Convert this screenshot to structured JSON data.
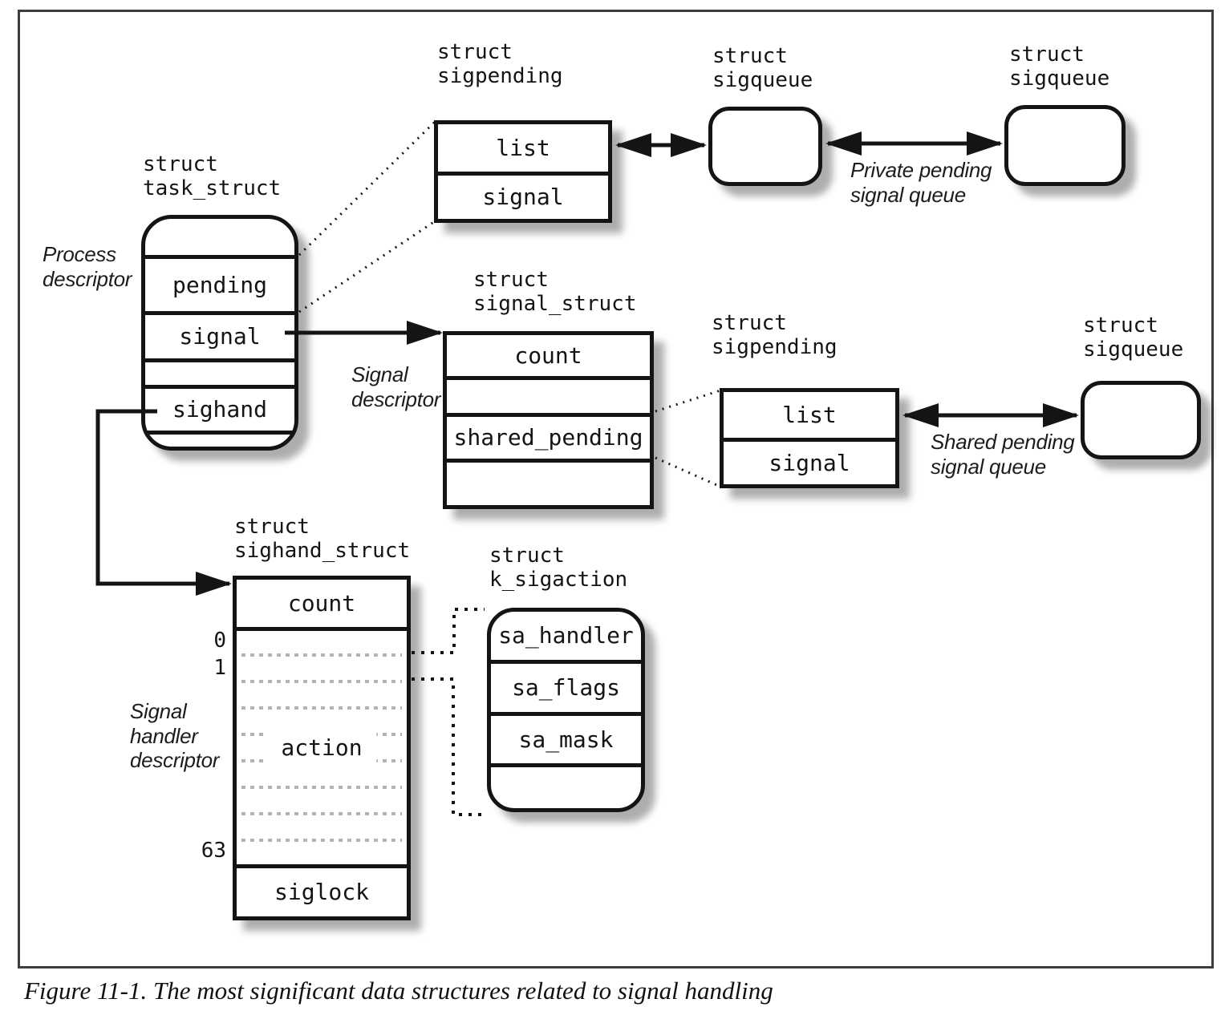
{
  "caption": "Figure 11-1. The most significant data structures related to signal handling",
  "colors": {
    "line": "#141414",
    "dotted_row": "#b3b3b3",
    "shadow": "rgba(0,0,0,0.32)",
    "background": "#ffffff"
  },
  "boxes": {
    "task_struct": {
      "title": "struct\ntask_struct",
      "fields": {
        "pending": "pending",
        "signal": "signal",
        "sighand": "sighand"
      }
    },
    "sigpending_private": {
      "title": "struct\nsigpending",
      "fields": {
        "list": "list",
        "signal": "signal"
      }
    },
    "sigqueue_private_1": {
      "title": "struct\nsigqueue"
    },
    "sigqueue_private_2": {
      "title": "struct\nsigqueue"
    },
    "signal_struct": {
      "title": "struct\nsignal_struct",
      "fields": {
        "count": "count",
        "shared_pending": "shared_pending"
      }
    },
    "sigpending_shared": {
      "title": "struct\nsigpending",
      "fields": {
        "list": "list",
        "signal": "signal"
      }
    },
    "sigqueue_shared": {
      "title": "struct\nsigqueue"
    },
    "sighand_struct": {
      "title": "struct\nsighand_struct",
      "fields": {
        "count": "count",
        "action": "action",
        "siglock": "siglock"
      },
      "indices": [
        "0",
        "1",
        "63"
      ]
    },
    "k_sigaction": {
      "title": "struct\nk_sigaction",
      "fields": {
        "sa_handler": "sa_handler",
        "sa_flags": "sa_flags",
        "sa_mask": "sa_mask"
      }
    }
  },
  "annotations": {
    "process_descriptor": "Process\ndescriptor",
    "signal_descriptor": "Signal\ndescriptor",
    "signal_handler_descriptor": "Signal\nhandler\ndescriptor",
    "private_pending_queue": "Private pending\nsignal queue",
    "shared_pending_queue": "Shared pending\nsignal queue"
  }
}
